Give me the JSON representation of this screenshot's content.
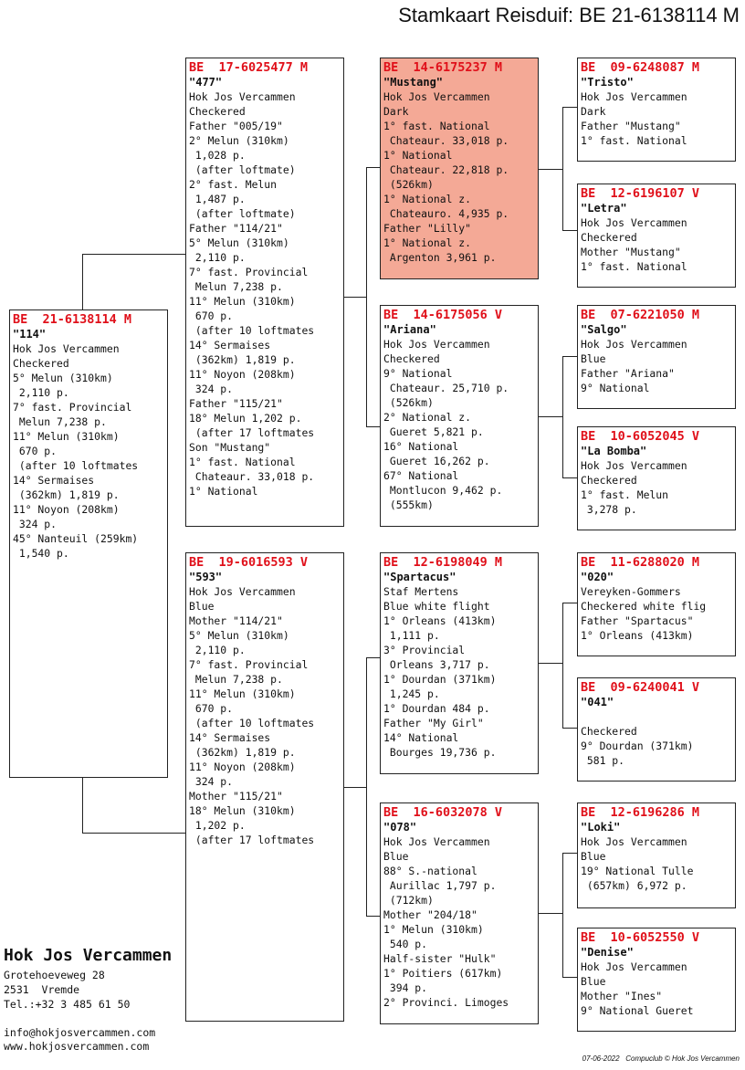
{
  "title": "Stamkaart Reisduif: BE  21-6138114 M",
  "colors": {
    "ring": "#e0101a",
    "highlight": "#f4a996",
    "border": "#222222"
  },
  "pigeons": {
    "main": {
      "ring": "BE  21-6138114 M",
      "name": "\"114\"",
      "lines": [
        "Hok Jos Vercammen",
        "Checkered",
        "5° Melun (310km)",
        " 2,110 p.",
        "7° fast. Provincial",
        " Melun 7,238 p.",
        "11° Melun (310km)",
        " 670 p.",
        " (after 10 loftmates",
        "14° Sermaises",
        " (362km) 1,819 p.",
        "11° Noyon (208km)",
        " 324 p.",
        "45° Nanteuil (259km)",
        " 1,540 p."
      ]
    },
    "father": {
      "ring": "BE  17-6025477 M",
      "name": "\"477\"",
      "lines": [
        "Hok Jos Vercammen",
        "Checkered",
        "Father \"005/19\"",
        "2° Melun (310km)",
        " 1,028 p.",
        " (after loftmate)",
        "2° fast. Melun",
        " 1,487 p.",
        " (after loftmate)",
        "Father \"114/21\"",
        "5° Melun (310km)",
        " 2,110 p.",
        "7° fast. Provincial",
        " Melun 7,238 p.",
        "11° Melun (310km)",
        " 670 p.",
        " (after 10 loftmates",
        "14° Sermaises",
        " (362km) 1,819 p.",
        "11° Noyon (208km)",
        " 324 p.",
        "Father \"115/21\"",
        "18° Melun 1,202 p.",
        " (after 17 loftmates",
        "Son \"Mustang\"",
        "1° fast. National",
        " Chateaur. 33,018 p.",
        "1° National"
      ]
    },
    "mother": {
      "ring": "BE  19-6016593 V",
      "name": "\"593\"",
      "lines": [
        "Hok Jos Vercammen",
        "Blue",
        "Mother \"114/21\"",
        "5° Melun (310km)",
        " 2,110 p.",
        "7° fast. Provincial",
        " Melun 7,238 p.",
        "11° Melun (310km)",
        " 670 p.",
        " (after 10 loftmates",
        "14° Sermaises",
        " (362km) 1,819 p.",
        "11° Noyon (208km)",
        " 324 p.",
        "Mother \"115/21\"",
        "18° Melun (310km)",
        " 1,202 p.",
        " (after 17 loftmates"
      ]
    },
    "ff": {
      "ring": "BE  14-6175237 M",
      "name": "\"Mustang\"",
      "lines": [
        "Hok Jos Vercammen",
        "Dark",
        "1° fast. National",
        " Chateaur. 33,018 p.",
        "1° National",
        " Chateaur. 22,818 p.",
        " (526km)",
        "1° National z.",
        " Chateauro. 4,935 p.",
        "Father \"Lilly\"",
        "1° National z.",
        " Argenton 3,961 p."
      ]
    },
    "fm": {
      "ring": "BE  14-6175056 V",
      "name": "\"Ariana\"",
      "lines": [
        "Hok Jos Vercammen",
        "Checkered",
        "9° National",
        " Chateaur. 25,710 p.",
        " (526km)",
        "2° National z.",
        " Gueret 5,821 p.",
        "16° National",
        " Gueret 16,262 p.",
        "67° National",
        " Montlucon 9,462 p.",
        " (555km)"
      ]
    },
    "mf": {
      "ring": "BE  12-6198049 M",
      "name": "\"Spartacus\"",
      "lines": [
        "Staf Mertens",
        "Blue white flight",
        "1° Orleans (413km)",
        " 1,111 p.",
        "3° Provincial",
        " Orleans 3,717 p.",
        "1° Dourdan (371km)",
        " 1,245 p.",
        "1° Dourdan 484 p.",
        "Father \"My Girl\"",
        "14° National",
        " Bourges 19,736 p."
      ]
    },
    "mm": {
      "ring": "BE  16-6032078 V",
      "name": "\"078\"",
      "lines": [
        "Hok Jos Vercammen",
        "Blue",
        "88° S.-national",
        " Aurillac 1,797 p.",
        " (712km)",
        "Mother \"204/18\"",
        "1° Melun (310km)",
        " 540 p.",
        "Half-sister \"Hulk\"",
        "1° Poitiers (617km)",
        " 394 p.",
        "2° Provinci. Limoges"
      ]
    },
    "fff": {
      "ring": "BE  09-6248087 M",
      "name": "\"Tristo\"",
      "lines": [
        "Hok Jos Vercammen",
        "Dark",
        "Father \"Mustang\"",
        "1° fast. National"
      ]
    },
    "ffm": {
      "ring": "BE  12-6196107 V",
      "name": "\"Letra\"",
      "lines": [
        "Hok Jos Vercammen",
        "Checkered",
        "Mother \"Mustang\"",
        "1° fast. National"
      ]
    },
    "fmf": {
      "ring": "BE  07-6221050 M",
      "name": "\"Salgo\"",
      "lines": [
        "Hok Jos Vercammen",
        "Blue",
        "Father \"Ariana\"",
        "9° National"
      ]
    },
    "fmm": {
      "ring": "BE  10-6052045 V",
      "name": "\"La Bomba\"",
      "lines": [
        "Hok Jos Vercammen",
        "Checkered",
        "1° fast. Melun",
        " 3,278 p."
      ]
    },
    "mff": {
      "ring": "BE  11-6288020 M",
      "name": "\"020\"",
      "lines": [
        "Vereyken-Gommers",
        "Checkered white flig",
        "Father \"Spartacus\"",
        "1° Orleans (413km)"
      ]
    },
    "mfm": {
      "ring": "BE  09-6240041 V",
      "name": "\"041\"",
      "lines": [
        "",
        "Checkered",
        "9° Dourdan (371km)",
        " 581 p."
      ]
    },
    "mmf": {
      "ring": "BE  12-6196286 M",
      "name": "\"Loki\"",
      "lines": [
        "Hok Jos Vercammen",
        "Blue",
        "19° National Tulle",
        " (657km) 6,972 p."
      ]
    },
    "mmm": {
      "ring": "BE  10-6052550 V",
      "name": "\"Denise\"",
      "lines": [
        "Hok Jos Vercammen",
        "Blue",
        "Mother \"Ines\"",
        "9° National Gueret"
      ]
    }
  },
  "owner": {
    "name": "Hok Jos Vercammen",
    "address": "Grotehoeveweg 28",
    "city": "2531  Vremde",
    "tel": "Tel.:+32 3 485 61 50",
    "email": "info@hokjosvercammen.com",
    "web": "www.hokjosvercammen.com"
  },
  "footer": "07-06-2022   Compuclub © Hok Jos Vercammen"
}
